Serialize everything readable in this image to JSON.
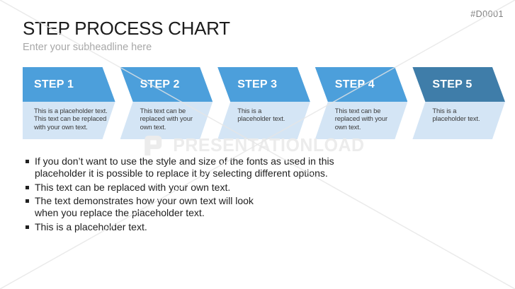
{
  "slide": {
    "code": "#D0001",
    "title": "STEP PROCESS CHART",
    "subtitle": "Enter your subheadline here"
  },
  "steps": [
    {
      "label": "STEP 1",
      "body": "This is a placeholder text.\nThis text can be replaced\nwith your own text.",
      "header_color": "#4C9FDB"
    },
    {
      "label": "STEP 2",
      "body": "This text can be\nreplaced with your\nown text.",
      "header_color": "#4C9FDB"
    },
    {
      "label": "STEP 3",
      "body": "This is a\nplaceholder text.",
      "header_color": "#4C9FDB"
    },
    {
      "label": "STEP 4",
      "body": "This text can be\nreplaced with your\nown text.",
      "header_color": "#4C9FDB"
    },
    {
      "label": "STEP 5",
      "body": "This is a\nplaceholder text.",
      "header_color": "#3F7DA9"
    }
  ],
  "bullets": [
    "If you don’t want to use the style and size of the fonts as used in this\nplaceholder it is possible to replace it by selecting different options.",
    "This text can be replaced with your own text.",
    "The text demonstrates how your own text will look\nwhen you replace the placeholder text.",
    "This is a placeholder text."
  ],
  "watermark": {
    "text": "PRESENTATIONLOAD"
  },
  "colors": {
    "step_header_blue": "#4C9FDB",
    "step_header_dark_blue": "#3F7DA9",
    "step_body_bg": "#D4E5F5",
    "title_text": "#1C1C1C",
    "subtitle_text": "#A8A8A8",
    "watermark": "#ECECEC"
  }
}
